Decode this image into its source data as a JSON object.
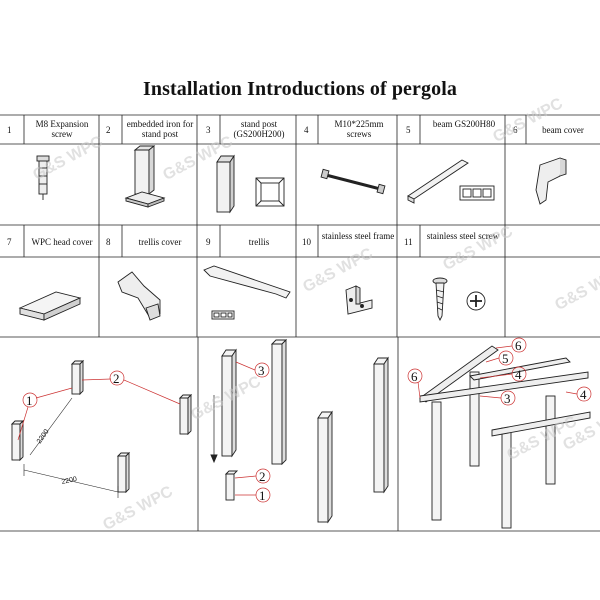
{
  "title": "Installation Introductions of pergola",
  "watermark": "G&S WPC",
  "parts_row1": [
    {
      "num": "1",
      "label": "M8 Expansion screw"
    },
    {
      "num": "2",
      "label": "embedded iron for stand post"
    },
    {
      "num": "3",
      "label": "stand post (GS200H200)"
    },
    {
      "num": "4",
      "label": "M10*225mm screws"
    },
    {
      "num": "5",
      "label": "beam GS200H80"
    },
    {
      "num": "6",
      "label": "beam cover"
    }
  ],
  "parts_row2": [
    {
      "num": "7",
      "label": "WPC head cover"
    },
    {
      "num": "8",
      "label": "trellis cover"
    },
    {
      "num": "9",
      "label": "trellis"
    },
    {
      "num": "10",
      "label": "stainless steel frame"
    },
    {
      "num": "11",
      "label": "stainless steel screw"
    }
  ],
  "dimensions": {
    "width": "2200",
    "depth": "2200"
  },
  "callouts": {
    "step1": [
      "1",
      "2"
    ],
    "step2": [
      "3",
      "2",
      "1"
    ],
    "step3": [
      "6",
      "5",
      "4",
      "6",
      "3",
      "4"
    ]
  }
}
